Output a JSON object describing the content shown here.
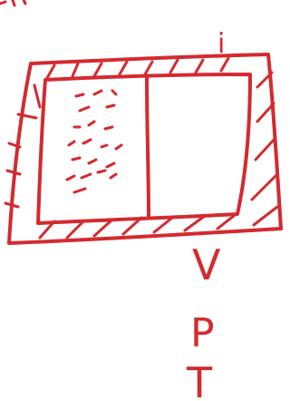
{
  "sketch": {
    "ink_color": "#d42a2f",
    "labels": {
      "top_mark": "i",
      "letter_v": "V",
      "letter_p": "P",
      "letter_t": "T"
    }
  }
}
